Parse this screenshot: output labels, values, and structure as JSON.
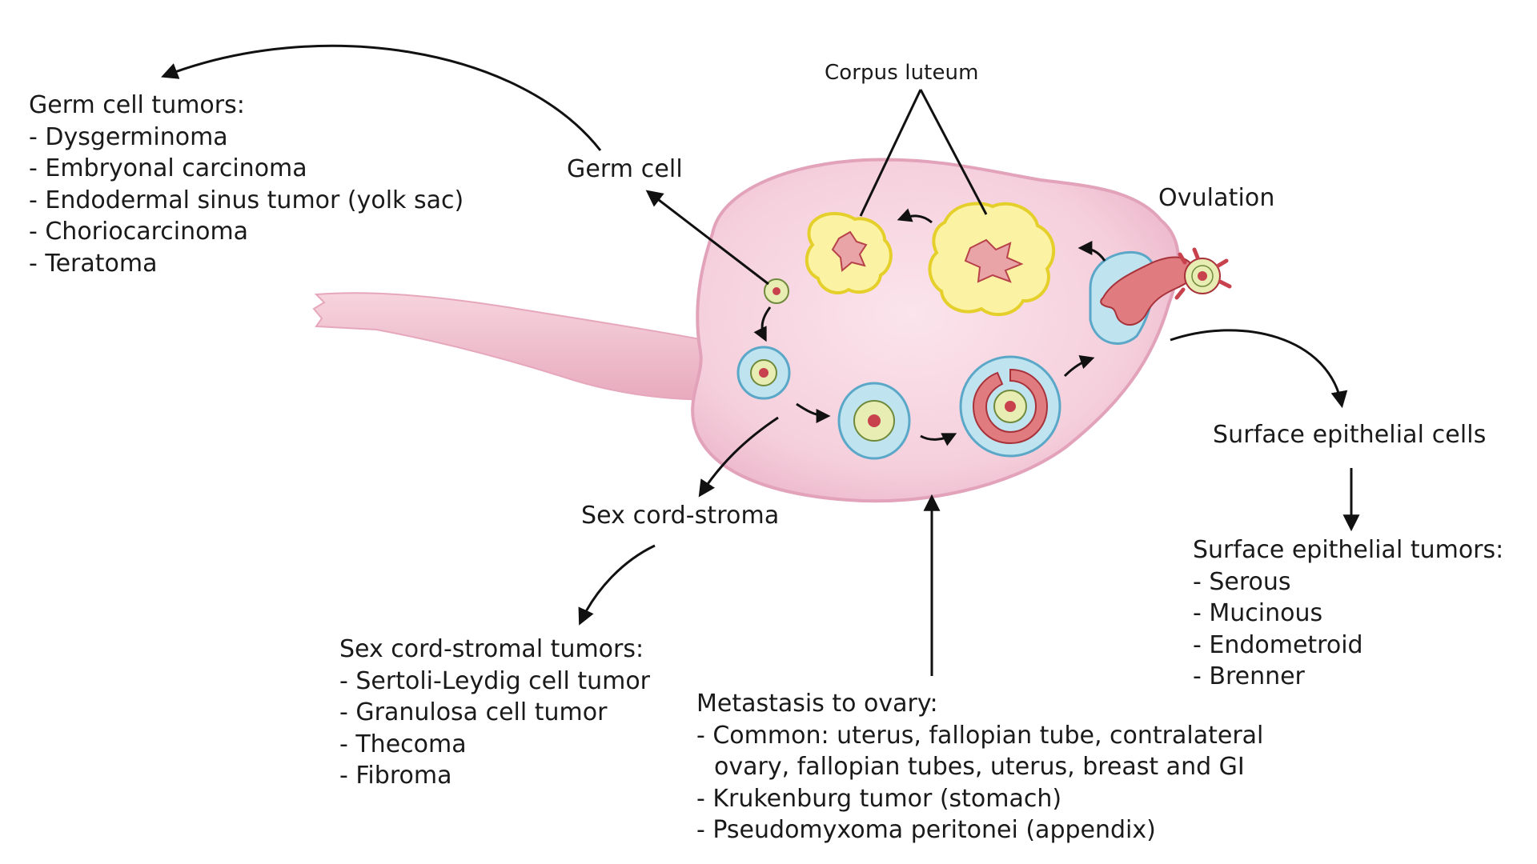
{
  "labels": {
    "corpus_luteum": "Corpus luteum",
    "ovulation": "Ovulation",
    "germ_cell": "Germ cell",
    "sex_cord_stroma": "Sex cord-stroma",
    "surface_epithelial_cells": "Surface epithelial cells"
  },
  "germ_cell_tumors": {
    "title": "Germ cell tumors:",
    "items": [
      "- Dysgerminoma",
      "- Embryonal carcinoma",
      "- Endodermal sinus tumor (yolk sac)",
      "- Choriocarcinoma",
      "- Teratoma"
    ]
  },
  "sex_cord_stromal_tumors": {
    "title": "Sex cord-stromal tumors:",
    "items": [
      "- Sertoli-Leydig cell tumor",
      "- Granulosa cell tumor",
      "- Thecoma",
      "- Fibroma"
    ]
  },
  "surface_epithelial_tumors": {
    "title": "Surface epithelial tumors:",
    "items": [
      "- Serous",
      "- Mucinous",
      "- Endometroid",
      "- Brenner"
    ]
  },
  "metastasis": {
    "title": "Metastasis to ovary:",
    "items": [
      "- Common: uterus, fallopian tube, contralateral",
      "ovary, fallopian tubes, uterus, breast and GI",
      "- Krukenburg tumor (stomach)",
      "- Pseudomyxoma peritonei (appendix)"
    ]
  },
  "colors": {
    "ovary_fill": "#f5cfdc",
    "ovary_edge": "#e4a8bf",
    "follicle_blue": "#bfe3ef",
    "oocyte_yellow": "#e8edb4",
    "nucleus_red": "#c8424e",
    "corpus_yellow": "#fbf3a3",
    "arrow": "#111111"
  }
}
